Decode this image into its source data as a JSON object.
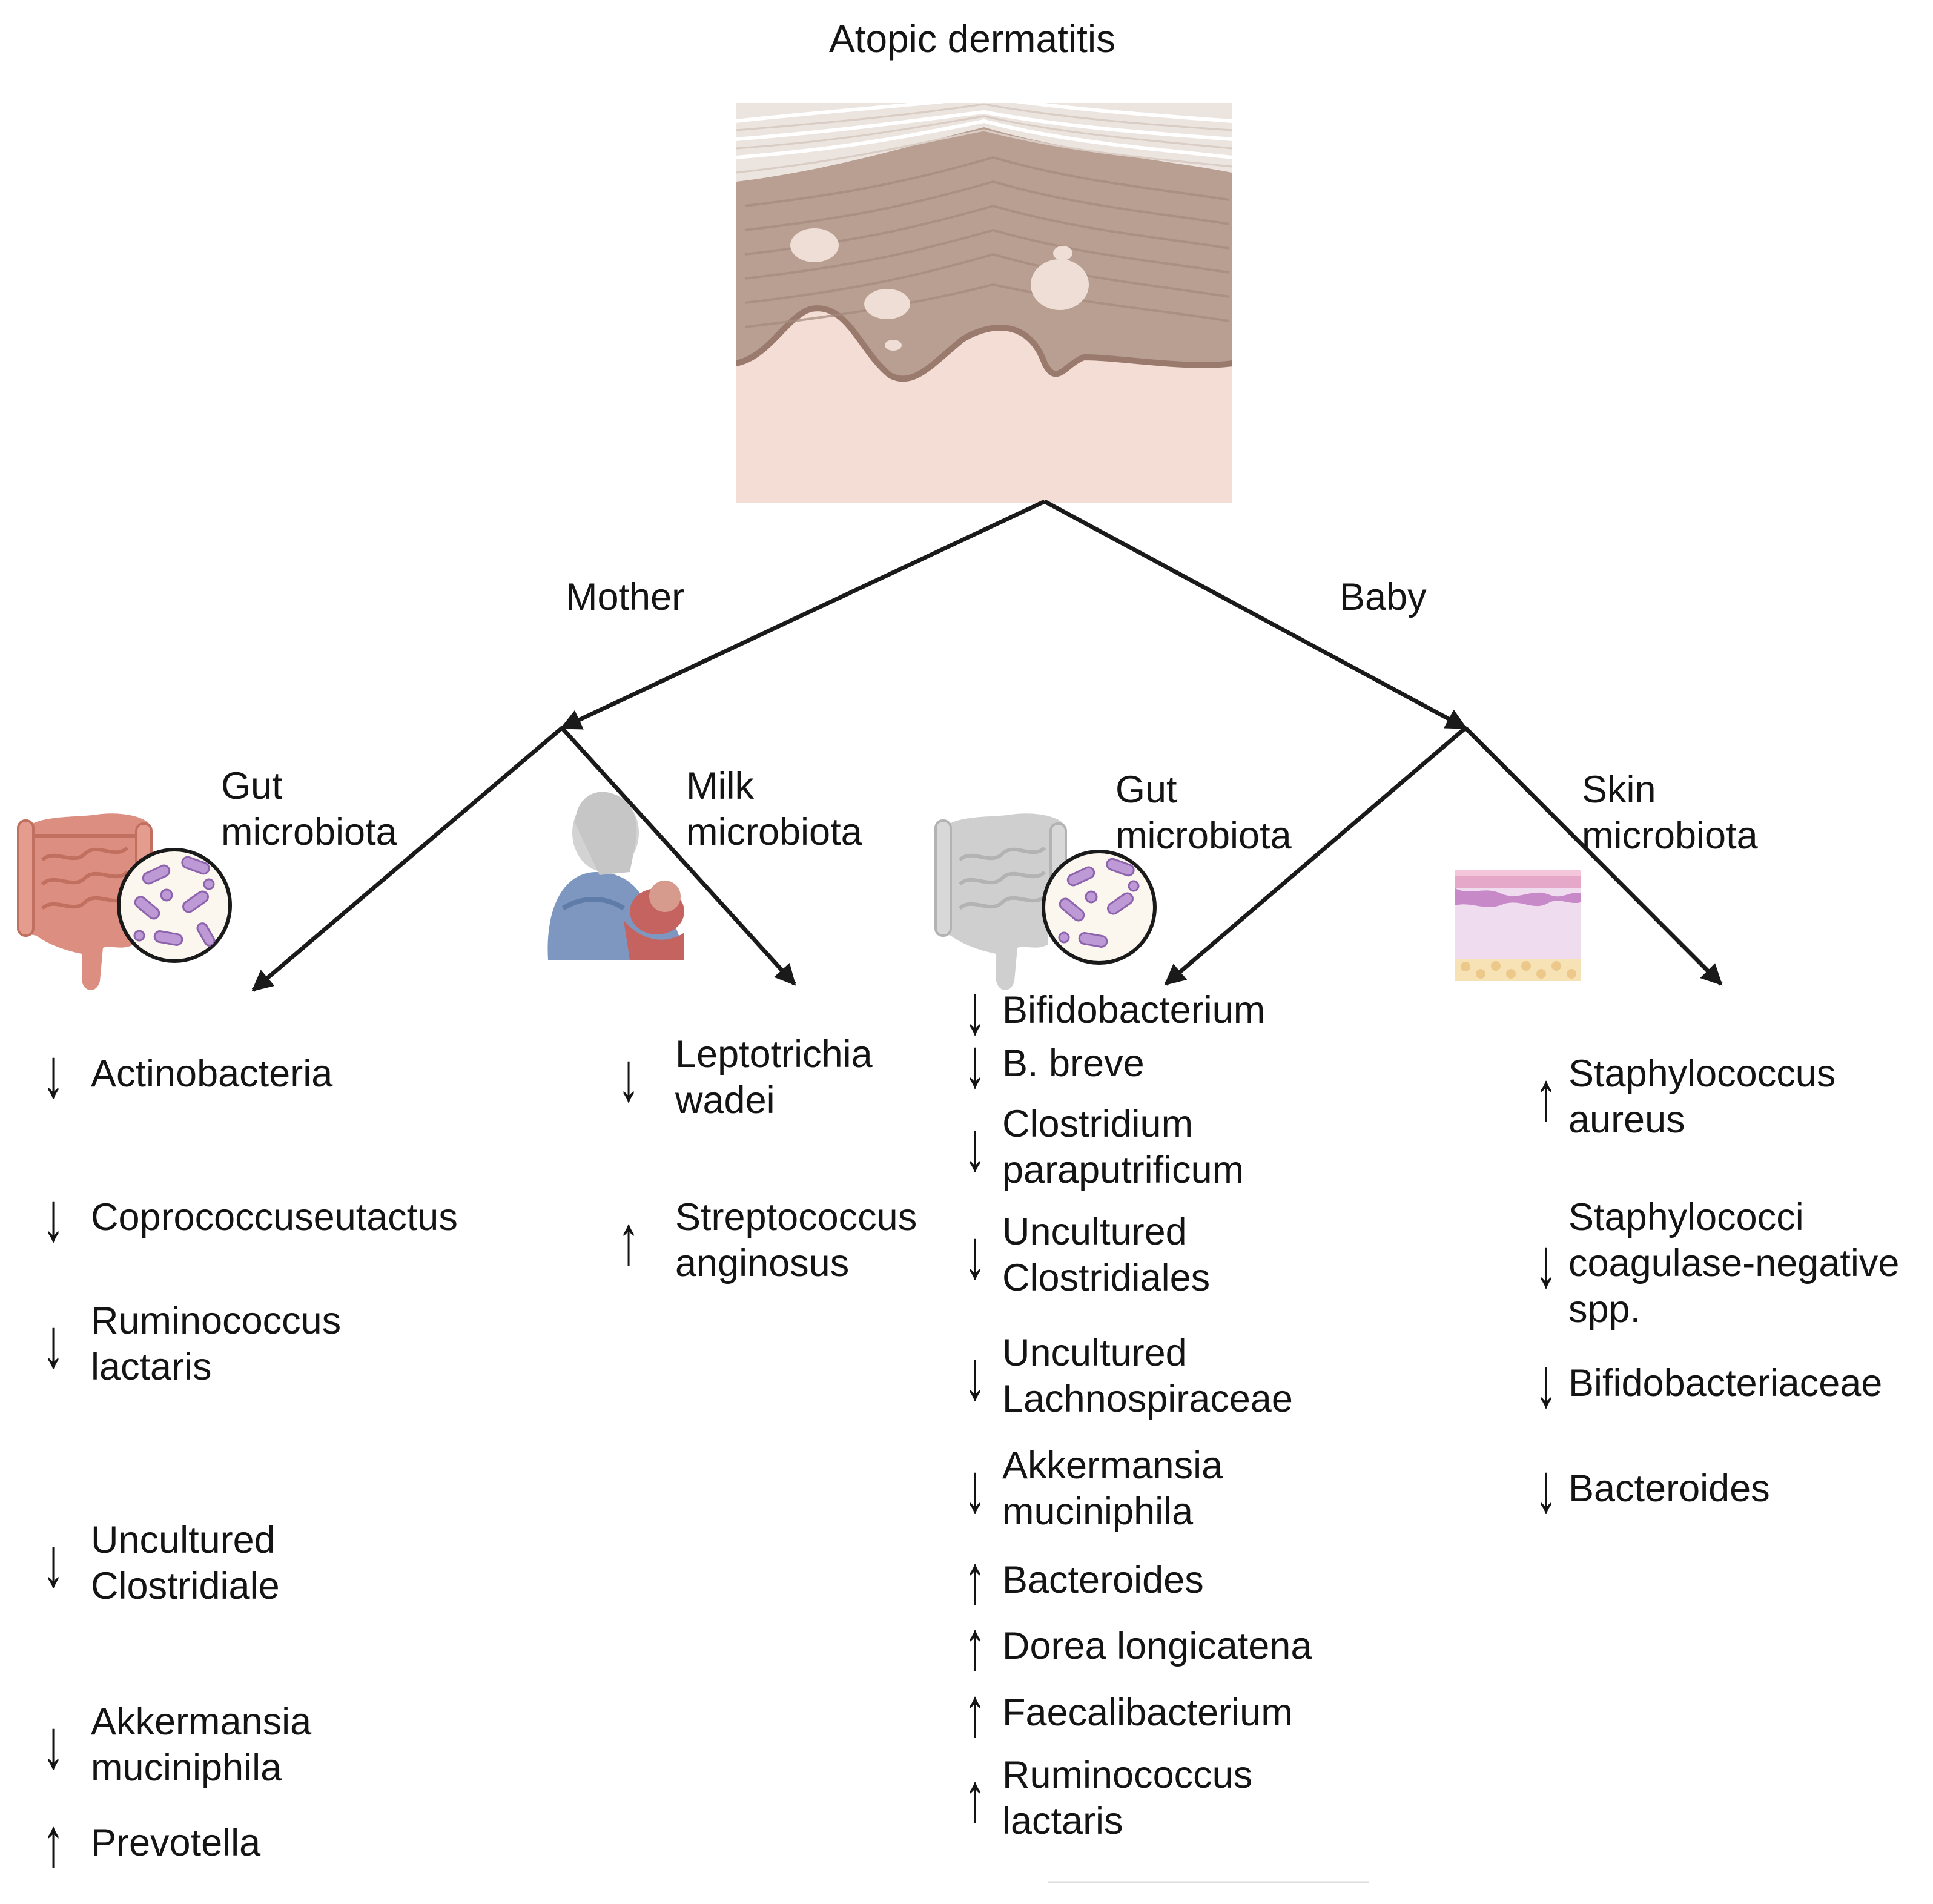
{
  "title": "Atopic dermatitis",
  "branches": {
    "mother": "Mother",
    "baby": "Baby"
  },
  "categories": {
    "mother_gut": [
      "Gut",
      "microbiota"
    ],
    "mother_milk": [
      "Milk",
      "microbiota"
    ],
    "baby_gut": [
      "Gut",
      "microbiota"
    ],
    "baby_skin": [
      "Skin",
      "microbiota"
    ]
  },
  "direction_glyphs": {
    "decrease": "↓",
    "increase": "↑"
  },
  "mother_gut_items": [
    {
      "dir": "decrease",
      "lines": [
        "Actinobacteria"
      ]
    },
    {
      "dir": "decrease",
      "lines": [
        "Coprococcuseutactus"
      ]
    },
    {
      "dir": "decrease",
      "lines": [
        "Ruminococcus",
        "lactaris"
      ]
    },
    {
      "dir": "decrease",
      "lines": [
        "Uncultured",
        "Clostridiale"
      ]
    },
    {
      "dir": "decrease",
      "lines": [
        "Akkermansia",
        "muciniphila"
      ]
    },
    {
      "dir": "increase",
      "lines": [
        "Prevotella"
      ]
    }
  ],
  "mother_milk_items": [
    {
      "dir": "decrease",
      "lines": [
        "Leptotrichia",
        "wadei"
      ]
    },
    {
      "dir": "increase",
      "lines": [
        "Streptococcus",
        "anginosus"
      ]
    }
  ],
  "baby_gut_items": [
    {
      "dir": "decrease",
      "lines": [
        "Bifidobacterium"
      ]
    },
    {
      "dir": "decrease",
      "lines": [
        "B. breve"
      ]
    },
    {
      "dir": "decrease",
      "lines": [
        "Clostridium",
        "paraputrificum"
      ]
    },
    {
      "dir": "decrease",
      "lines": [
        "Uncultured",
        "Clostridiales"
      ]
    },
    {
      "dir": "decrease",
      "lines": [
        "Uncultured",
        "Lachnospiraceae"
      ]
    },
    {
      "dir": "decrease",
      "lines": [
        "Akkermansia",
        "muciniphila"
      ]
    },
    {
      "dir": "increase",
      "lines": [
        "Bacteroides"
      ]
    },
    {
      "dir": "increase",
      "lines": [
        "Dorea longicatena"
      ]
    },
    {
      "dir": "increase",
      "lines": [
        "Faecalibacterium"
      ]
    },
    {
      "dir": "increase",
      "lines": [
        "Ruminococcus",
        "lactaris"
      ]
    }
  ],
  "baby_skin_items": [
    {
      "dir": "increase",
      "lines": [
        "Staphylococcus",
        "aureus"
      ]
    },
    {
      "dir": "decrease",
      "lines": [
        "Staphylococci",
        "coagulase-negative",
        "spp."
      ]
    },
    {
      "dir": "decrease",
      "lines": [
        "Bifidobacteriaceae"
      ]
    },
    {
      "dir": "decrease",
      "lines": [
        "Bacteroides"
      ]
    }
  ],
  "colors": {
    "skin_top": "#e8dcd6",
    "skin_epidermis": "#b29a8d",
    "skin_dermis": "#f3ddd5",
    "gut_mother": "#d98a7c",
    "gut_baby": "#c9c9c9",
    "bacteria": "#b592cf",
    "arrow": "#1a1a1a"
  },
  "icons": {
    "mother_gut": "intestine-icon",
    "mother_milk": "breastfeeding-icon",
    "baby_gut": "intestine-gray-icon",
    "baby_skin": "skin-layers-icon",
    "title": "skin-cross-section-illustration"
  }
}
